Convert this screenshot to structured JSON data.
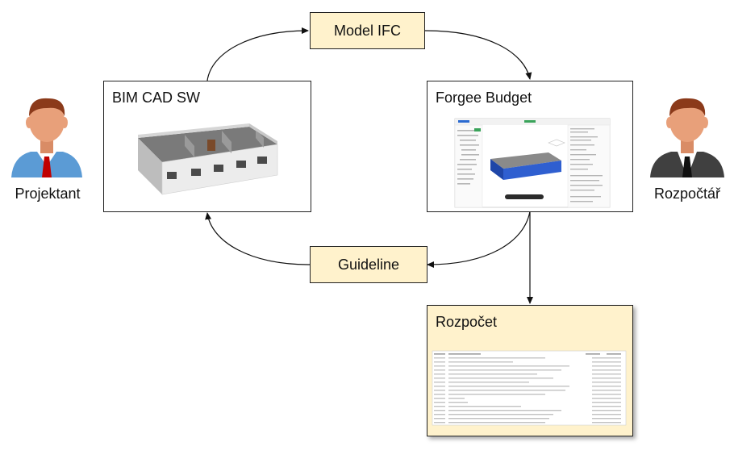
{
  "nodes": {
    "model_ifc": "Model IFC",
    "guideline": "Guideline",
    "bim_cad": "BIM CAD SW",
    "forgee": "Forgee Budget",
    "rozpocet": "Rozpočet"
  },
  "people": {
    "left": "Projektant",
    "right": "Rozpočtář"
  },
  "colors": {
    "yellow_fill": "#fff2cc",
    "projektant_shirt": "#5b9bd5",
    "projektant_tie": "#c00000",
    "rozpoctar_suit": "#404040",
    "skin": "#e8a07a",
    "hair": "#8b3a1a",
    "viewer_blue": "#2f5fd0"
  }
}
